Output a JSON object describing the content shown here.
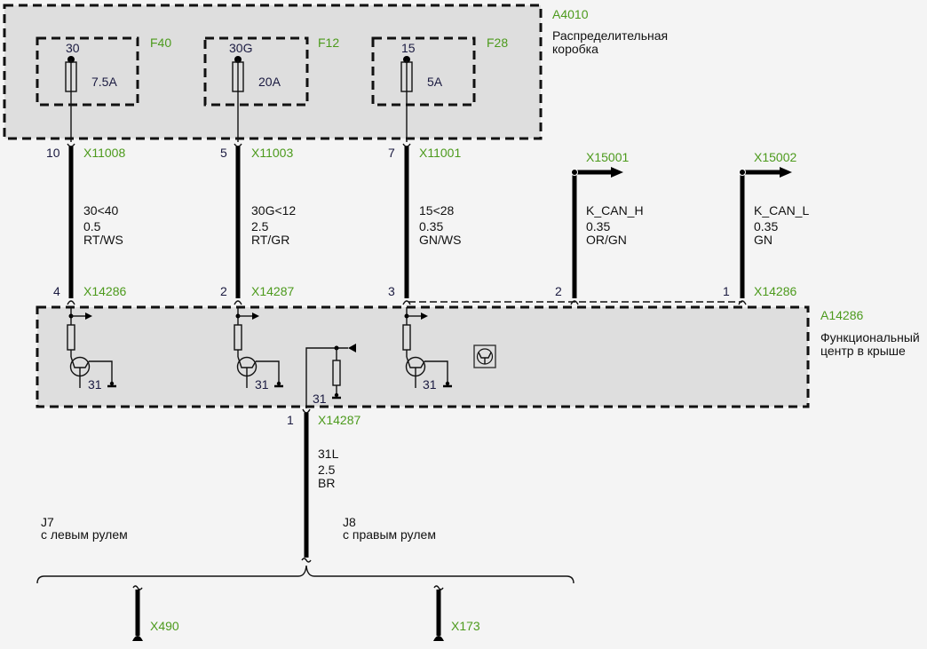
{
  "distribution_box": {
    "id": "A4010",
    "description_line1": "Распределительная",
    "description_line2": "коробка",
    "fuses": [
      {
        "id": "F40",
        "terminal": "30",
        "rating": "7.5A"
      },
      {
        "id": "F12",
        "terminal": "30G",
        "rating": "20A"
      },
      {
        "id": "F28",
        "terminal": "15",
        "rating": "5A"
      }
    ]
  },
  "wires_top": [
    {
      "pin_top": "10",
      "connector_top": "X11008",
      "signal": "30<40",
      "size": "0.5",
      "color": "RT/WS",
      "pin_bottom": "4",
      "connector_bottom": "X14286"
    },
    {
      "pin_top": "5",
      "connector_top": "X11003",
      "signal": "30G<12",
      "size": "2.5",
      "color": "RT/GR",
      "pin_bottom": "2",
      "connector_bottom": "X14287"
    },
    {
      "pin_top": "7",
      "connector_top": "X11001",
      "signal": "15<28",
      "size": "0.35",
      "color": "GN/WS",
      "pin_bottom": "3",
      "connector_bottom": ""
    }
  ],
  "can_wires": [
    {
      "connector_top": "X15001",
      "signal": "K_CAN_H",
      "size": "0.35",
      "color": "OR/GN",
      "pin_bottom": "2",
      "connector_bottom": ""
    },
    {
      "connector_top": "X15002",
      "signal": "K_CAN_L",
      "size": "0.35",
      "color": "GN",
      "pin_bottom": "1",
      "connector_bottom": "X14286"
    }
  ],
  "function_center": {
    "id": "A14286",
    "description_line1": "Функциональный",
    "description_line2": "центр в крыше",
    "ground_labels": [
      "31",
      "31",
      "31",
      "31"
    ]
  },
  "ground_wire": {
    "pin": "1",
    "connector": "X14287",
    "signal": "31L",
    "size": "2.5",
    "color": "BR"
  },
  "variants": [
    {
      "code": "J7",
      "label": "с левым рулем",
      "ground_point": "X490"
    },
    {
      "code": "J8",
      "label": "с правым рулем",
      "ground_point": "X173"
    }
  ]
}
